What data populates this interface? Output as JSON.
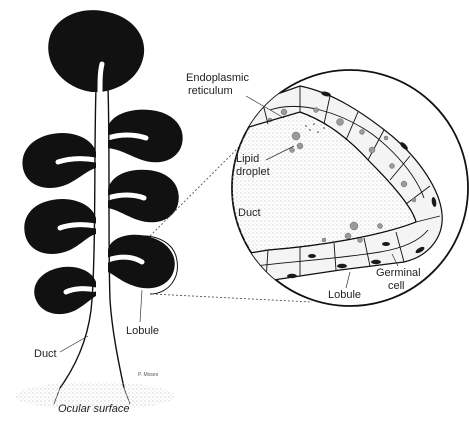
{
  "labels": {
    "endoplasmic_line1": "Endoplasmic",
    "endoplasmic_line2": "reticulum",
    "lipid_line1": "Lipid",
    "lipid_line2": "droplet",
    "duct_inset": "Duct",
    "germinal_line1": "Germinal",
    "germinal_line2": "cell",
    "lobule_inset": "Lobule",
    "lobule_main": "Lobule",
    "duct_main": "Duct",
    "ocular_surface": "Ocular surface",
    "signature": "P. Moses"
  },
  "colors": {
    "ink": "#111111",
    "stipple": "#c8c8c8",
    "cell_fill": "#f4f4f4",
    "nucleus": "#1a1a1a"
  }
}
